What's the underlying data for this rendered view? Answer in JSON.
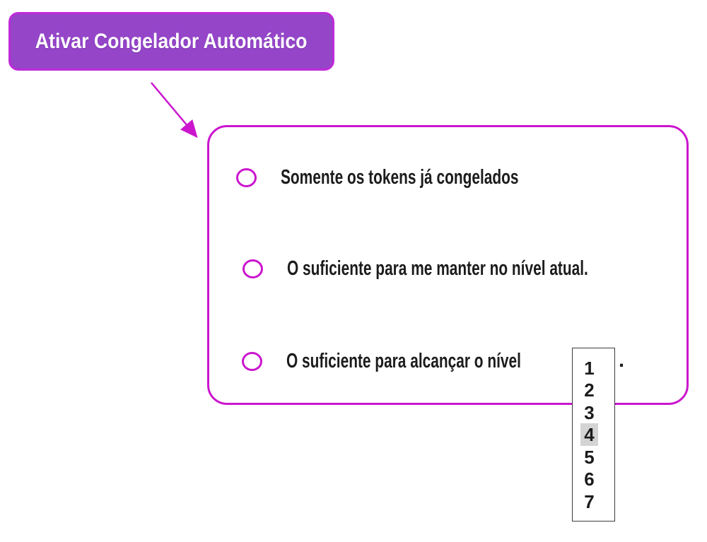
{
  "button": {
    "label": "Ativar Congelador Automático"
  },
  "panel": {
    "options": [
      {
        "label": "Somente os tokens já congelados",
        "selected": false
      },
      {
        "label": "O suficiente para me manter no nível atual.",
        "selected": false
      },
      {
        "label": "O suficiente para alcançar o nível",
        "selected": false
      }
    ],
    "option3_suffix": "."
  },
  "dropdown": {
    "options": [
      "1",
      "2",
      "3",
      "4",
      "5",
      "6",
      "7"
    ],
    "selected": "4"
  },
  "colors": {
    "accent": "#CB16CE",
    "button-fill": "#9445C8",
    "button-border": "#BE2BD9",
    "text": "#1C1C1C",
    "dropdown-border": "#3C3C3C",
    "dropdown-highlight": "#D4D4D4"
  }
}
